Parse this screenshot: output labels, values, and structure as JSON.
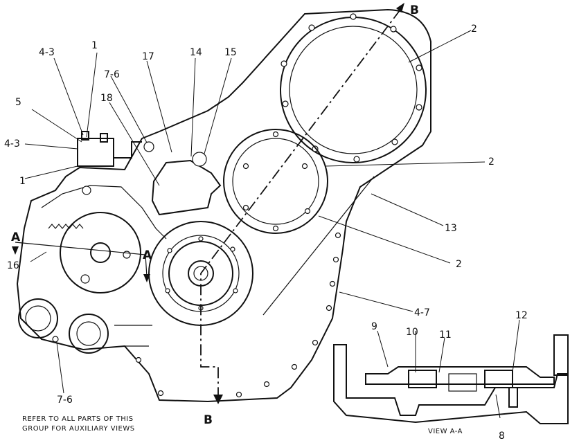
{
  "labels": {
    "l_b_top": "B",
    "l_2a": "2",
    "l_4_3a": "4-3",
    "l_1a": "1",
    "l_17": "17",
    "l_14": "14",
    "l_15": "15",
    "l_7_6a": "7-6",
    "l_18": "18",
    "l_5": "5",
    "l_4_3b": "4-3",
    "l_2b": "2",
    "l_1b": "1",
    "l_13": "13",
    "l_a_left": "A",
    "l_a_right": "A",
    "l_16": "16",
    "l_2c": "2",
    "l_4_7": "4-7",
    "l_9": "9",
    "l_10": "10",
    "l_11": "11",
    "l_12": "12",
    "l_7_6b": "7-6",
    "l_b_bottom": "B",
    "l_8": "8"
  },
  "notes": {
    "refer_line1": "REFER TO ALL PARTS OF THIS",
    "refer_line2": "GROUP FOR AUXILIARY VIEWS",
    "view_aa": "VIEW A-A"
  }
}
